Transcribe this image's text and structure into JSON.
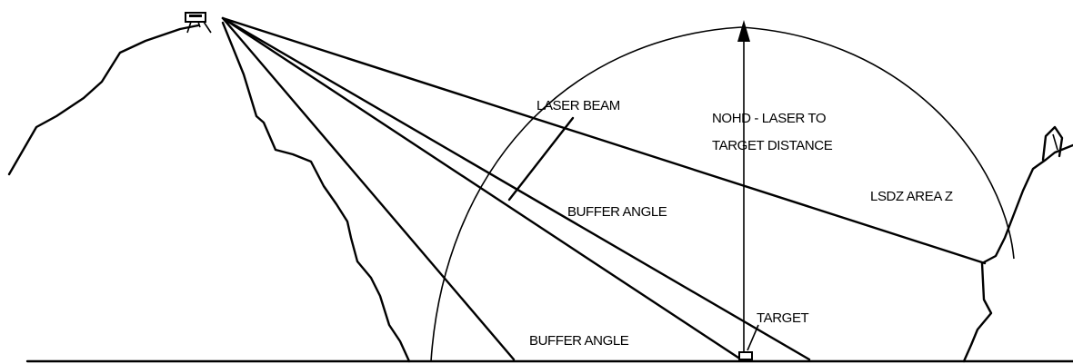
{
  "labels": {
    "laser_beam": "LASER BEAM",
    "nohd_line1": "NOHD - LASER TO",
    "nohd_line2": "TARGET DISTANCE",
    "buffer_angle_upper": "BUFFER ANGLE",
    "buffer_angle_lower": "BUFFER ANGLE",
    "lsdz_area": "LSDZ AREA Z",
    "target": "TARGET"
  },
  "colors": {
    "stroke": "#000000",
    "background": "#ffffff"
  }
}
